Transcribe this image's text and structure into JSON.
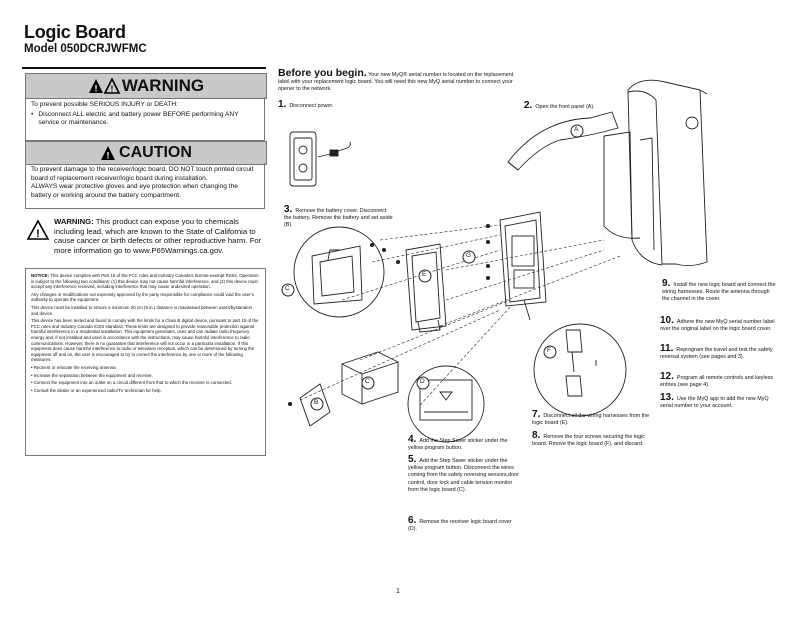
{
  "header": {
    "title": "Logic Board",
    "model": "Model 050DCRJWFMC"
  },
  "warning": {
    "label": "WARNING",
    "lead": "To prevent possible SERIOUS INJURY or DEATH:",
    "bullet": "Disconnect ALL electric and battery power BEFORE performing ANY service or maintenance."
  },
  "caution": {
    "label": "CAUTION",
    "text1": "To prevent damage to the receiver/logic board, DO NOT touch printed circuit board of replacement receiver/logic board during installation.",
    "text2": "ALWAYS wear protective gloves and eye protection when changing the battery or working around the battery compartment."
  },
  "prop65": {
    "label": "WARNING:",
    "text": "This product can expose you to chemicals including lead, which are known to the State of California to cause cancer or birth defects or other reproductive harm. For more information go to www.P65Warnings.ca.gov."
  },
  "notice": {
    "p1_label": "NOTICE:",
    "p1": "This device complies with Part 15 of the FCC rules and Industry Canada’s license-exempt RSSs. Operation is subject to the following two conditions: (1) this device may not cause harmful interference, and (2) this device must accept any interference received, including interference that may cause undesired operation.",
    "p2": "Any changes or modifications not expressly approved by the party responsible for compliance could void the user’s authority to operate the equipment.",
    "p3": "This device must be installed to ensure a minimum 20 cm (8 in.) distance is maintained between users/bystanders and device.",
    "p4": "This device has been tested and found to comply with the limits for a Class B digital device, pursuant to part 15 of the FCC rules and Industry Canada ICES standard. These limits are designed to provide reasonable protection against harmful interference in a residential installation. This equipment generates, uses and can radiate radio frequency energy and, if not installed and used in accordance with the instructions, may cause harmful interference to radio communications. However, there is no guarantee that interference will not occur in a particular installation. If this equipment does cause harmful interference to radio or television reception, which can be determined by turning the equipment off and on, the user is encouraged to try to correct the interference by one or more of the following measures:",
    "b1": "• Reorient or relocate the receiving antenna.",
    "b2": "• Increase the separation between the equipment and receiver.",
    "b3": "• Connect the equipment into an outlet on a circuit different from that to which the receiver is connected.",
    "b4": "• Consult the dealer or an experienced radio/TV technician for help."
  },
  "before": {
    "heading": "Before you begin.",
    "text": "Your new MyQ® serial number is located on the replacement label with your replacement logic board. You will need this new MyQ serial number to connect your opener to the network."
  },
  "steps": [
    {
      "n": "1.",
      "text": "Disconnect power."
    },
    {
      "n": "2.",
      "text": "Open the front panel (A)."
    },
    {
      "n": "3.",
      "text": "Remove the battery cover. Disconnect the battery. Remove the battery and set aside (B)."
    },
    {
      "n": "4.",
      "text": "Add the Step Saver sticker under the yellow program button."
    },
    {
      "n": "5.",
      "text": "Add the Step Saver sticker under the yellow program button. Disconnect the wires coming from the safety reversing sensors,door control, door lock and cable tension monitor from the logic board (C)."
    },
    {
      "n": "6.",
      "text": "Remove the receiver logic board cover (D)."
    },
    {
      "n": "7.",
      "text": "Disconnect all the wiring harnesses from the logic board (E)."
    },
    {
      "n": "8.",
      "text": "Remove the four screws securing the logic board. Rmove the logic board (F), and discard."
    },
    {
      "n": "9.",
      "text": "Install the new logic board and connect the wiring harnesses. Route the antenna through the channel in the cover."
    },
    {
      "n": "10.",
      "text": "Adhere the new MyQ serial number label over the original label on the logic board cover."
    },
    {
      "n": "11.",
      "text": "Reprogram the travel and test the safety reversal system (see pages and 3)."
    },
    {
      "n": "12.",
      "text": "Program all remote controls and keyless entries (see page 4)."
    },
    {
      "n": "13.",
      "text": "Use the MyQ app to add the new MyQ serial number to your account."
    }
  ],
  "callouts": {
    "a": "A",
    "b": "B",
    "c": "C",
    "c2": "C",
    "d": "D",
    "e": "E",
    "f": "F",
    "g": "G"
  },
  "page_number": "1"
}
